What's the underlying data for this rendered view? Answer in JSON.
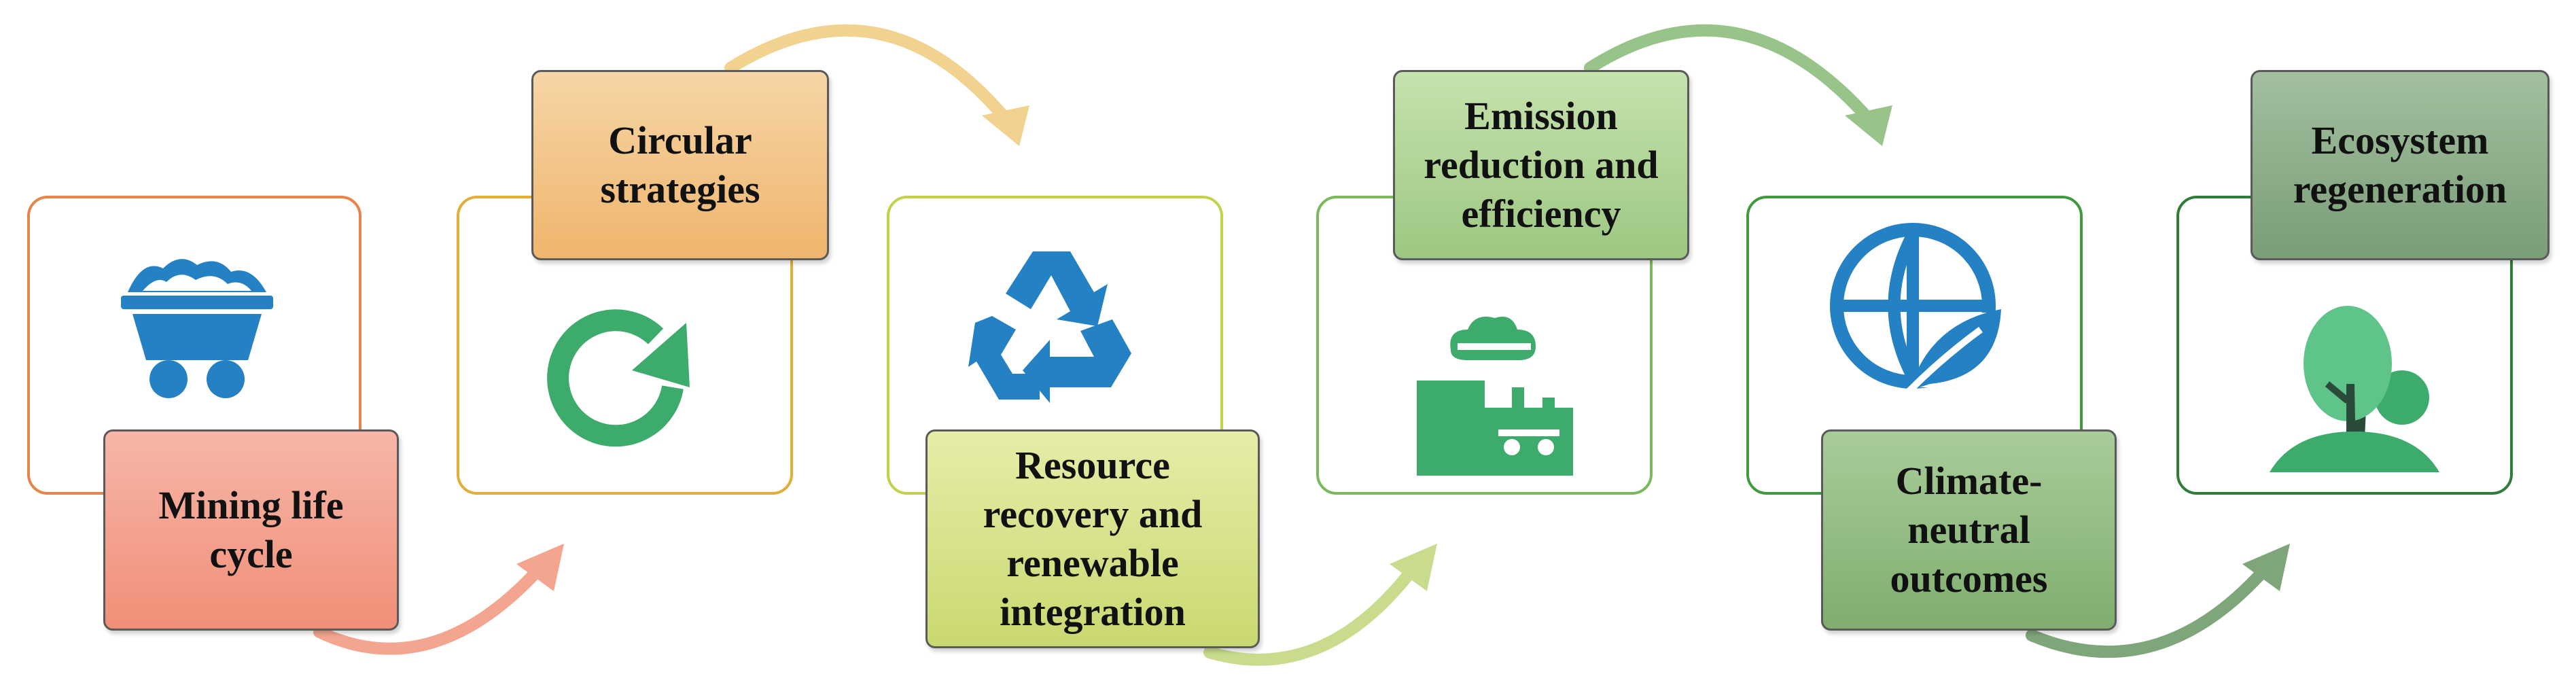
{
  "steps": [
    {
      "label": "Mining life cycle",
      "icon": "mine-cart-icon",
      "label_colors": [
        "#f7b6a8",
        "#f08f78"
      ],
      "border_color": "#e8844a"
    },
    {
      "label": "Circular strategies",
      "icon": "circular-refresh-icon",
      "label_colors": [
        "#f6d5a6",
        "#efb56d"
      ],
      "border_color": "#e4ad3a"
    },
    {
      "label": "Resource recovery and renewable integration",
      "icon": "recycle-icon",
      "label_colors": [
        "#e6eda8",
        "#cad870"
      ],
      "border_color": "#c3d24a"
    },
    {
      "label": "Emission reduction and efficiency",
      "icon": "factory-cloud-icon",
      "label_colors": [
        "#c6e2ad",
        "#9dc782"
      ],
      "border_color": "#7cb95a"
    },
    {
      "label": "Climate-neutral outcomes",
      "icon": "globe-leaf-icon",
      "label_colors": [
        "#a9cc9a",
        "#7fae6e"
      ],
      "border_color": "#3f9a3e"
    },
    {
      "label": "Ecosystem regeneration",
      "icon": "tree-icon",
      "label_colors": [
        "#a3bf9f",
        "#7a9d78"
      ],
      "border_color": "#2f7d36"
    }
  ],
  "colors": {
    "icon_blue": "#2481c3",
    "icon_green": "#3dab6c",
    "arrow_colors": [
      "#f3a58f",
      "#f1d28f",
      "#c9dc8e",
      "#98c48a",
      "#7fa67a"
    ]
  }
}
